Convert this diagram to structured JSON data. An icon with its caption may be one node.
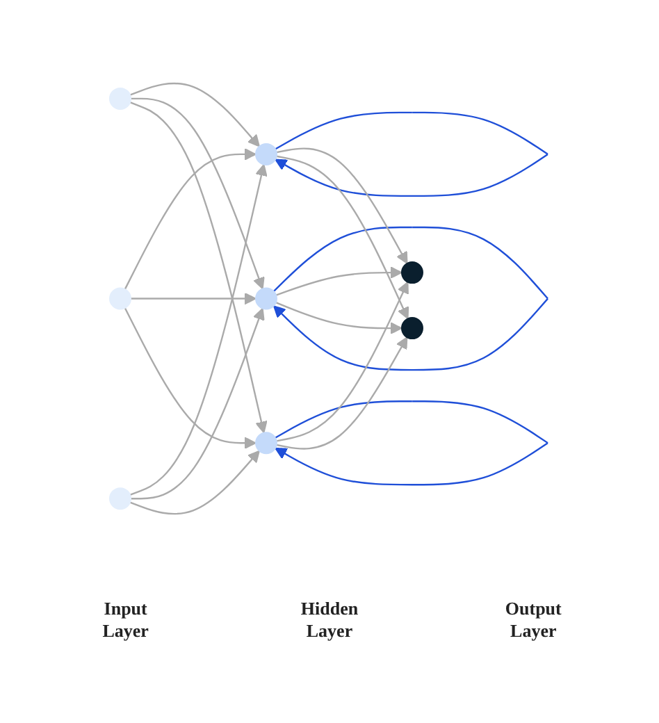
{
  "diagram": {
    "nodes": [
      {
        "text": [],
        "shape": "circle"
      },
      {
        "text": [],
        "shape": "circle"
      },
      {
        "text": [],
        "shape": "circle"
      },
      {
        "text": [],
        "shape": "circle"
      },
      {
        "text": [],
        "shape": "circle"
      },
      {
        "text": [],
        "shape": "circle"
      },
      {
        "text": [],
        "shape": "circle"
      },
      {
        "text": [],
        "shape": "circle"
      }
    ],
    "edges": [
      {
        "from": 0,
        "to": 3,
        "arrow": "to"
      },
      {
        "from": 0,
        "to": 4,
        "arrow": "to"
      },
      {
        "from": 0,
        "to": 5,
        "arrow": "to"
      },
      {
        "from": 1,
        "to": 3,
        "arrow": "to"
      },
      {
        "from": 1,
        "to": 4,
        "arrow": "to"
      },
      {
        "from": 1,
        "to": 5,
        "arrow": "to"
      },
      {
        "from": 2,
        "to": 3,
        "arrow": "to"
      },
      {
        "from": 2,
        "to": 4,
        "arrow": "to"
      },
      {
        "from": 2,
        "to": 5,
        "arrow": "to"
      },
      {
        "from": 3,
        "to": 3,
        "arrow": "to",
        "color": "#1f4fd8"
      },
      {
        "from": 4,
        "to": 4,
        "arrow": "to",
        "color": "#1f4fd8"
      },
      {
        "from": 5,
        "to": 5,
        "arrow": "to",
        "color": "#1f4fd8"
      },
      {
        "from": 3,
        "to": 6,
        "arrow": "to"
      },
      {
        "from": 3,
        "to": 7,
        "arrow": "to"
      },
      {
        "from": 4,
        "to": 6,
        "arrow": "to"
      },
      {
        "from": 4,
        "to": 7,
        "arrow": "to"
      },
      {
        "from": 5,
        "to": 6,
        "arrow": "to"
      },
      {
        "from": 5,
        "to": 7,
        "arrow": "to"
      }
    ],
    "labels": [
      "Input Layer",
      "Hidden Layer",
      "Output Layer"
    ]
  }
}
